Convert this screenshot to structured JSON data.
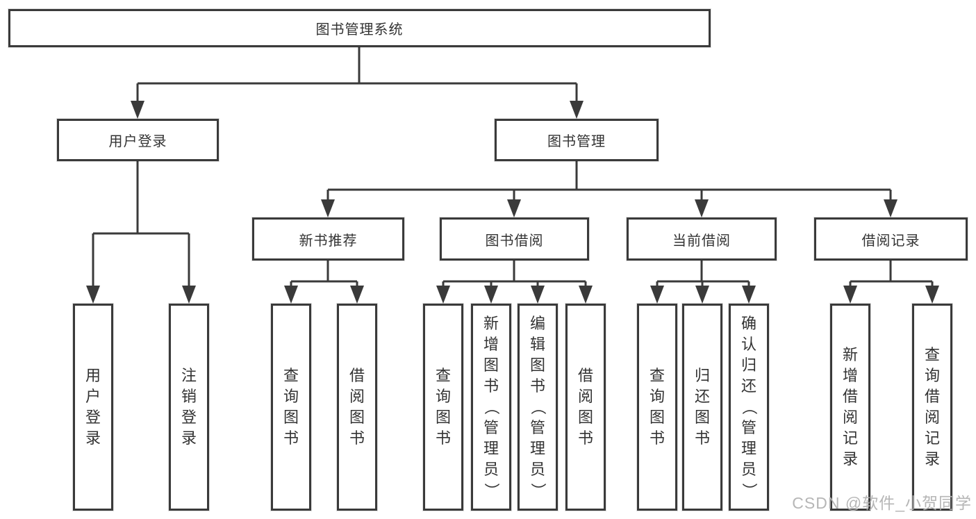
{
  "colors": {
    "line": "#3a3a3a",
    "text": "#333333",
    "watermark_gray": "#b3b3b3",
    "background": "#ffffff"
  },
  "diagram": {
    "title": "图书管理系统",
    "level2": [
      {
        "label": "用户登录"
      },
      {
        "label": "图书管理"
      }
    ],
    "level3": [
      {
        "label": "新书推荐",
        "parent": "图书管理"
      },
      {
        "label": "图书借阅",
        "parent": "图书管理"
      },
      {
        "label": "当前借阅",
        "parent": "图书管理"
      },
      {
        "label": "借阅记录",
        "parent": "图书管理"
      }
    ],
    "leaves": [
      {
        "label": "用户登录",
        "parent": "用户登录"
      },
      {
        "label": "注销登录",
        "parent": "用户登录"
      },
      {
        "label": "查询图书",
        "parent": "新书推荐"
      },
      {
        "label": "借阅图书",
        "parent": "新书推荐"
      },
      {
        "label": "查询图书",
        "parent": "图书借阅"
      },
      {
        "label": "新增图书（管理员）",
        "parent": "图书借阅"
      },
      {
        "label": "编辑图书（管理员）",
        "parent": "图书借阅"
      },
      {
        "label": "借阅图书",
        "parent": "图书借阅"
      },
      {
        "label": "查询图书",
        "parent": "当前借阅"
      },
      {
        "label": "归还图书",
        "parent": "当前借阅"
      },
      {
        "label": "确认归还（管理员）",
        "parent": "当前借阅"
      },
      {
        "label": "新增借阅记录",
        "parent": "借阅记录"
      },
      {
        "label": "查询借阅记录",
        "parent": "借阅记录"
      }
    ]
  },
  "watermark": {
    "text": "CSDN @软件_小贺同学"
  }
}
